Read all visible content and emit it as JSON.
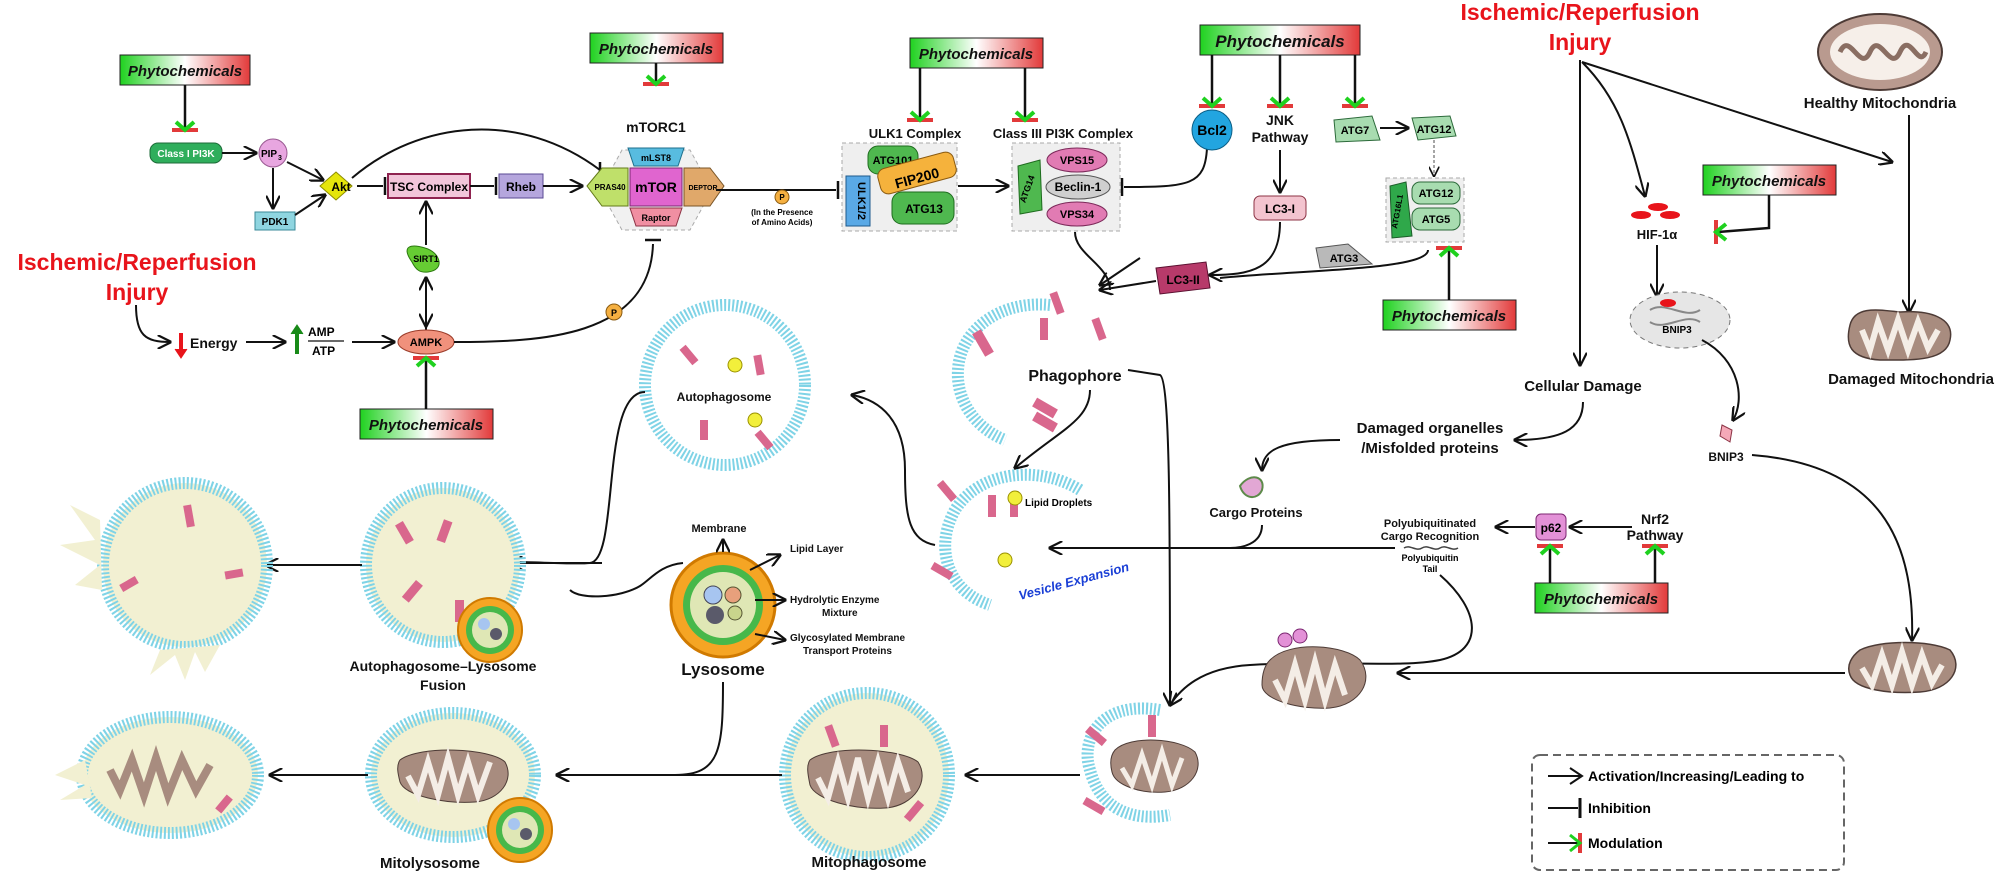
{
  "title_left": {
    "line1": "Ischemic/Reperfusion",
    "line2": "Injury"
  },
  "title_right": {
    "line1": "Ischemic/Reperfusion",
    "line2": "Injury"
  },
  "phyto_label": "Phytochemicals",
  "nodes": {
    "class1_pi3k": "Class I PI3K",
    "pip3": "PIP",
    "pip3_sub": "3",
    "pdk1": "PDK1",
    "akt": "Akt",
    "tsc": "TSC Complex",
    "rheb": "Rheb",
    "sirt1": "SIRT1",
    "ampk": "AMPK",
    "energy": "Energy",
    "amp": "AMP",
    "atp": "ATP",
    "p": "P",
    "mtorc1": "mTORC1",
    "mlst8": "mLST8",
    "mtor": "mTOR",
    "pras40": "PRAS40",
    "deptor": "DEPTOR",
    "raptor": "Raptor",
    "amino_note_1": "(In the Presence",
    "amino_note_2": "of Amino Acids)",
    "ulk1_complex": "ULK1 Complex",
    "atg101": "ATG101",
    "fip200": "FIP200",
    "atg13": "ATG13",
    "ulk12": "ULK1/2",
    "class3_pi3k": "Class III PI3K Complex",
    "vps15": "VPS15",
    "beclin1": "Beclin-1",
    "vps34": "VPS34",
    "atg14": "ATG14",
    "bcl2": "Bcl2",
    "jnk_1": "JNK",
    "jnk_2": "Pathway",
    "lc3i": "LC3-I",
    "lc3ii": "LC3-II",
    "atg3": "ATG3",
    "atg7": "ATG7",
    "atg12_top": "ATG12",
    "atg12": "ATG12",
    "atg5": "ATG5",
    "atg16l1": "ATG16L1",
    "hif1a": "HIF-1α",
    "bnip3_dna": "BNIP3",
    "bnip3": "BNIP3",
    "healthy_mito": "Healthy Mitochondria",
    "damaged_mito": "Damaged Mitochondria",
    "cellular_damage": "Cellular Damage",
    "damaged_org_1": "Damaged organelles",
    "damaged_org_2": "/Misfolded proteins",
    "cargo_proteins": "Cargo Proteins",
    "polyub_1": "Polyubiquitinated",
    "polyub_2": "Cargo Recognition",
    "polyub_tail_1": "Polyubiquitin",
    "polyub_tail_2": "Tail",
    "p62": "p62",
    "nrf2_1": "Nrf2",
    "nrf2_2": "Pathway",
    "phagophore": "Phagophore",
    "autophagosome": "Autophagosome",
    "lipid_droplets": "Lipid Droplets",
    "vesicle_expansion": "Vesicle Expansion",
    "membrane": "Membrane",
    "lipid_layer": "Lipid Layer",
    "hydrolytic_1": "Hydrolytic Enzyme",
    "hydrolytic_2": "Mixture",
    "glyco_1": "Glycosylated Membrane",
    "glyco_2": "Transport Proteins",
    "lysosome": "Lysosome",
    "fusion_1": "Autophagosome–Lysosome",
    "fusion_2": "Fusion",
    "mitolysosome": "Mitolysosome",
    "mitophagosome": "Mitophagosome"
  },
  "legend": {
    "activation": "Activation/Increasing/Leading to",
    "inhibition": "Inhibition",
    "modulation": "Modulation"
  },
  "colors": {
    "red_title": "#e8141b",
    "phyto_green": "#3bd13b",
    "phyto_red": "#e8343a",
    "membrane": "#7fd3e6",
    "vesicle": "#d9678d"
  }
}
